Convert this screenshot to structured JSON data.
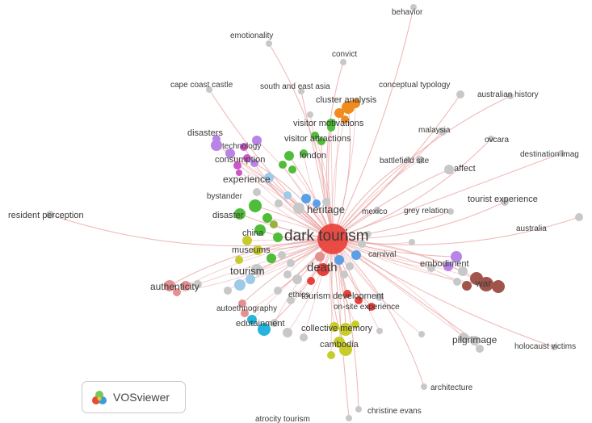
{
  "app": {
    "name": "VOSviewer"
  },
  "colors": {
    "edge": "#e9a3a3",
    "center": "#e8413a",
    "gray": "#c8c8c8",
    "orange": "#f08c1e",
    "purple": "#b884e6",
    "green": "#4fbd3a",
    "blue": "#5aa0e6",
    "yellow": "#c8cc2a",
    "cyan": "#25b4dc",
    "brown": "#a0544a",
    "salmon": "#e59090",
    "magenta": "#cc55cc",
    "lightblue": "#9ccbe8",
    "olive": "#9ab040"
  },
  "network": {
    "center": "dark tourism",
    "terms": [
      {
        "id": "dark-tourism",
        "label": "dark tourism",
        "color": "center"
      },
      {
        "id": "death",
        "label": "death",
        "color": "center"
      },
      {
        "id": "heritage",
        "label": "heritage",
        "color": "gray"
      },
      {
        "id": "tourism",
        "label": "tourism",
        "color": "gray"
      },
      {
        "id": "behavior",
        "label": "behavior",
        "color": "gray"
      },
      {
        "id": "emotionality",
        "label": "emotionality",
        "color": "gray"
      },
      {
        "id": "convict",
        "label": "convict",
        "color": "gray"
      },
      {
        "id": "cape-coast-castle",
        "label": "cape coast castle",
        "color": "gray"
      },
      {
        "id": "south-and-east-asia",
        "label": "south and east asia",
        "color": "gray"
      },
      {
        "id": "conceptual-typology",
        "label": "conceptual typology",
        "color": "gray"
      },
      {
        "id": "cluster-analysis",
        "label": "cluster analysis",
        "color": "orange"
      },
      {
        "id": "australian-history",
        "label": "australian history",
        "color": "gray"
      },
      {
        "id": "visitor-motivations",
        "label": "visitor motivations",
        "color": "green"
      },
      {
        "id": "malaysia",
        "label": "malaysia",
        "color": "gray"
      },
      {
        "id": "disasters",
        "label": "disasters",
        "color": "purple"
      },
      {
        "id": "ovcara",
        "label": "ovcara",
        "color": "gray"
      },
      {
        "id": "technology",
        "label": "technology",
        "color": "magenta"
      },
      {
        "id": "visitor-attractions",
        "label": "visitor attractions",
        "color": "green"
      },
      {
        "id": "destination-imag",
        "label": "destination imag",
        "color": "gray"
      },
      {
        "id": "london",
        "label": "london",
        "color": "green"
      },
      {
        "id": "consumption",
        "label": "consumption",
        "color": "purple"
      },
      {
        "id": "battlefield-site",
        "label": "battlefield site",
        "color": "gray"
      },
      {
        "id": "affect",
        "label": "affect",
        "color": "gray"
      },
      {
        "id": "experience",
        "label": "experience",
        "color": "lightblue"
      },
      {
        "id": "bystander",
        "label": "bystander",
        "color": "green"
      },
      {
        "id": "tourist-experience",
        "label": "tourist experience",
        "color": "gray"
      },
      {
        "id": "resident-perception",
        "label": "resident perception",
        "color": "gray"
      },
      {
        "id": "disaster",
        "label": "disaster",
        "color": "green"
      },
      {
        "id": "mexico",
        "label": "mexico",
        "color": "gray"
      },
      {
        "id": "grey-relation",
        "label": "grey relation",
        "color": "gray"
      },
      {
        "id": "australia",
        "label": "australia",
        "color": "gray"
      },
      {
        "id": "china",
        "label": "china",
        "color": "green"
      },
      {
        "id": "museums",
        "label": "museums",
        "color": "yellow"
      },
      {
        "id": "carnival",
        "label": "carnival",
        "color": "blue"
      },
      {
        "id": "embodiment",
        "label": "embodiment",
        "color": "purple"
      },
      {
        "id": "authenticity",
        "label": "authenticity",
        "color": "salmon"
      },
      {
        "id": "war",
        "label": "war",
        "color": "brown"
      },
      {
        "id": "ethics",
        "label": "ethics",
        "color": "gray"
      },
      {
        "id": "tourism-development",
        "label": "tourism development",
        "color": "center"
      },
      {
        "id": "autoethnography",
        "label": "autoethnography",
        "color": "salmon"
      },
      {
        "id": "on-site-experience",
        "label": "on-site experience",
        "color": "center"
      },
      {
        "id": "edutainment",
        "label": "edutainment",
        "color": "cyan"
      },
      {
        "id": "collective-memory",
        "label": "collective memory",
        "color": "yellow"
      },
      {
        "id": "pilgrimage",
        "label": "pilgrimage",
        "color": "gray"
      },
      {
        "id": "holocaust-victims",
        "label": "holocaust victims",
        "color": "gray"
      },
      {
        "id": "cambodia",
        "label": "cambodia",
        "color": "yellow"
      },
      {
        "id": "architecture",
        "label": "architecture",
        "color": "gray"
      },
      {
        "id": "christine-evans",
        "label": "christine evans",
        "color": "gray"
      },
      {
        "id": "atrocity-tourism",
        "label": "atrocity tourism",
        "color": "gray"
      }
    ]
  }
}
